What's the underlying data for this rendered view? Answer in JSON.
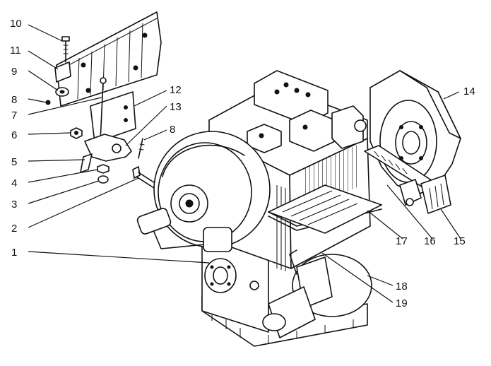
{
  "callouts": [
    {
      "id": "c10",
      "text": "10"
    },
    {
      "id": "c11",
      "text": "11"
    },
    {
      "id": "c9",
      "text": "9"
    },
    {
      "id": "c8a",
      "text": "8"
    },
    {
      "id": "c7",
      "text": "7"
    },
    {
      "id": "c6",
      "text": "6"
    },
    {
      "id": "c5",
      "text": "5"
    },
    {
      "id": "c4",
      "text": "4"
    },
    {
      "id": "c3",
      "text": "3"
    },
    {
      "id": "c2",
      "text": "2"
    },
    {
      "id": "c1",
      "text": "1"
    },
    {
      "id": "c12",
      "text": "12"
    },
    {
      "id": "c13",
      "text": "13"
    },
    {
      "id": "c8b",
      "text": "8"
    },
    {
      "id": "c14",
      "text": "14"
    },
    {
      "id": "c17",
      "text": "17"
    },
    {
      "id": "c16",
      "text": "16"
    },
    {
      "id": "c15",
      "text": "15"
    },
    {
      "id": "c18",
      "text": "18"
    },
    {
      "id": "c19",
      "text": "19"
    }
  ]
}
